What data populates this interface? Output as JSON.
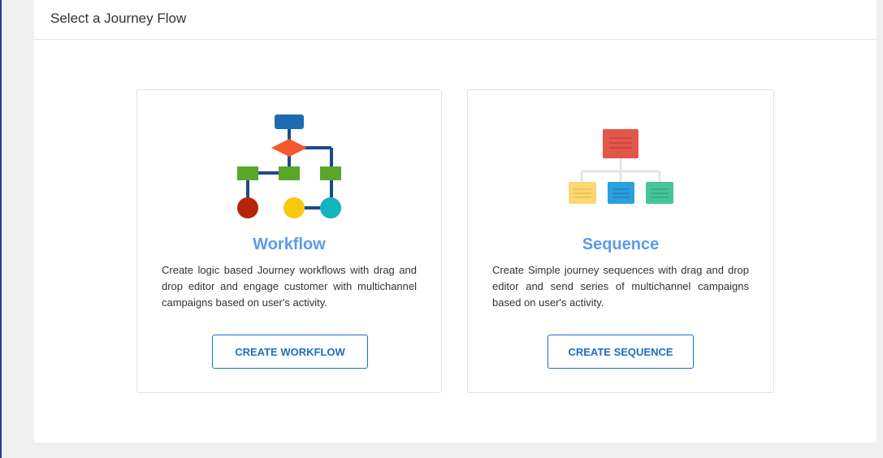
{
  "page": {
    "title": "Select a Journey Flow"
  },
  "cards": {
    "workflow": {
      "title": "Workflow",
      "description": "Create logic based Journey workflows with drag and drop editor and engage customer with multichannel campaigns based on user's activity.",
      "button_label": "CREATE WORKFLOW",
      "icon": "flowchart-icon"
    },
    "sequence": {
      "title": "Sequence",
      "description": "Create Simple journey sequences with drag and drop editor and send series of multichannel campaigns based on user's activity.",
      "button_label": "CREATE SEQUENCE",
      "icon": "hierarchy-icon"
    }
  },
  "colors": {
    "accent_title": "#5b9bea",
    "button_border": "#1e6fc4",
    "header_text": "#333333"
  }
}
